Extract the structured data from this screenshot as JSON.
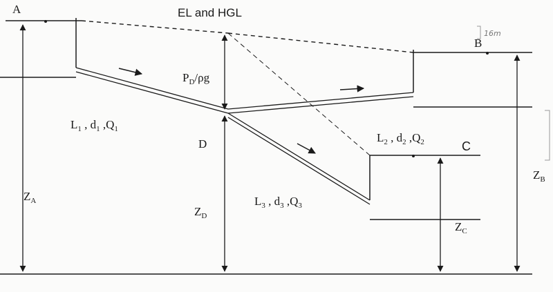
{
  "diagram": {
    "title": "EL and HGL",
    "reservoir_a": "A",
    "reservoir_b": "B",
    "reservoir_c": "C",
    "junction": "D",
    "pressure_head": {
      "main": "P",
      "sub": "D",
      "tail": "/ρg"
    },
    "pipe1": {
      "L": "L",
      "L_sub": "1",
      "d": "d",
      "d_sub": "1",
      "Q": "Q",
      "Q_sub": "1"
    },
    "pipe2": {
      "L": "L",
      "L_sub": "2",
      "d": "d",
      "d_sub": "2",
      "Q": "Q",
      "Q_sub": "2"
    },
    "pipe3": {
      "L": "L",
      "L_sub": "3",
      "d": "d",
      "d_sub": "3",
      "Q": "Q",
      "Q_sub": "3"
    },
    "za": {
      "main": "Z",
      "sub": "A"
    },
    "zb": {
      "main": "Z",
      "sub": "B"
    },
    "zc": {
      "main": "Z",
      "sub": "C"
    },
    "zd": {
      "main": "Z",
      "sub": "D"
    },
    "handwritten_note": "16m",
    "line_color": "#1a1a1a"
  }
}
